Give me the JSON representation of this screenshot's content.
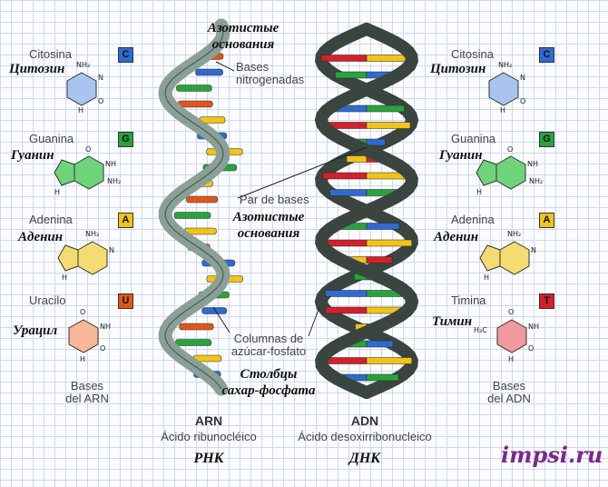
{
  "left_bases": {
    "cytosine": {
      "name": "Citosina",
      "ru": "Цитозин",
      "letter": "C"
    },
    "guanine": {
      "name": "Guanina",
      "ru": "Гуанин",
      "letter": "G"
    },
    "adenine": {
      "name": "Adenina",
      "ru": "Аденин",
      "letter": "A"
    },
    "uracil": {
      "name": "Uracilo",
      "ru": "Урацил",
      "letter": "U"
    },
    "caption_line1": "Bases",
    "caption_line2": "del ARN"
  },
  "right_bases": {
    "cytosine": {
      "name": "Citosina",
      "ru": "Цитозин",
      "letter": "C"
    },
    "guanine": {
      "name": "Guanina",
      "ru": "Гуанин",
      "letter": "G"
    },
    "adenine": {
      "name": "Adenina",
      "ru": "Аденин",
      "letter": "A"
    },
    "thymine": {
      "name": "Timina",
      "ru": "Тимин",
      "letter": "T"
    },
    "caption_line1": "Bases",
    "caption_line2": "del ADN"
  },
  "center_labels": {
    "nitro_ru_line1": "Азотистые",
    "nitro_ru_line2": "основания",
    "nitro_es_line1": "Bases",
    "nitro_es_line2": "nitrogenadas",
    "pair_es": "Par de bases",
    "pair_ru_line1": "Азотистые",
    "pair_ru_line2": "основания",
    "col_es_line1": "Columnas de",
    "col_es_line2": "azúcar-fosfato",
    "col_ru_line1": "Столбцы",
    "col_ru_line2": "сахар-фосфата"
  },
  "rna": {
    "abbr": "ARN",
    "full": "Ácido ribunocléico",
    "ru": "РНК"
  },
  "dna": {
    "abbr": "ADN",
    "full": "Ácido desoxirribonucleico",
    "ru": "ДНК"
  },
  "brand": "impsi.ru",
  "atoms": {
    "nh2": "NH₂",
    "nh": "NH",
    "n": "N",
    "h": "H",
    "o": "O",
    "h3c": "H₃C"
  },
  "colors": {
    "cytosine": "#2f6ad0",
    "guanine": "#2aa23d",
    "adenine": "#f2c318",
    "uracil": "#e0561a",
    "thymine": "#d3202a",
    "rna_backbone": "#8a9f95",
    "dna_backbone": "#3a4540"
  }
}
